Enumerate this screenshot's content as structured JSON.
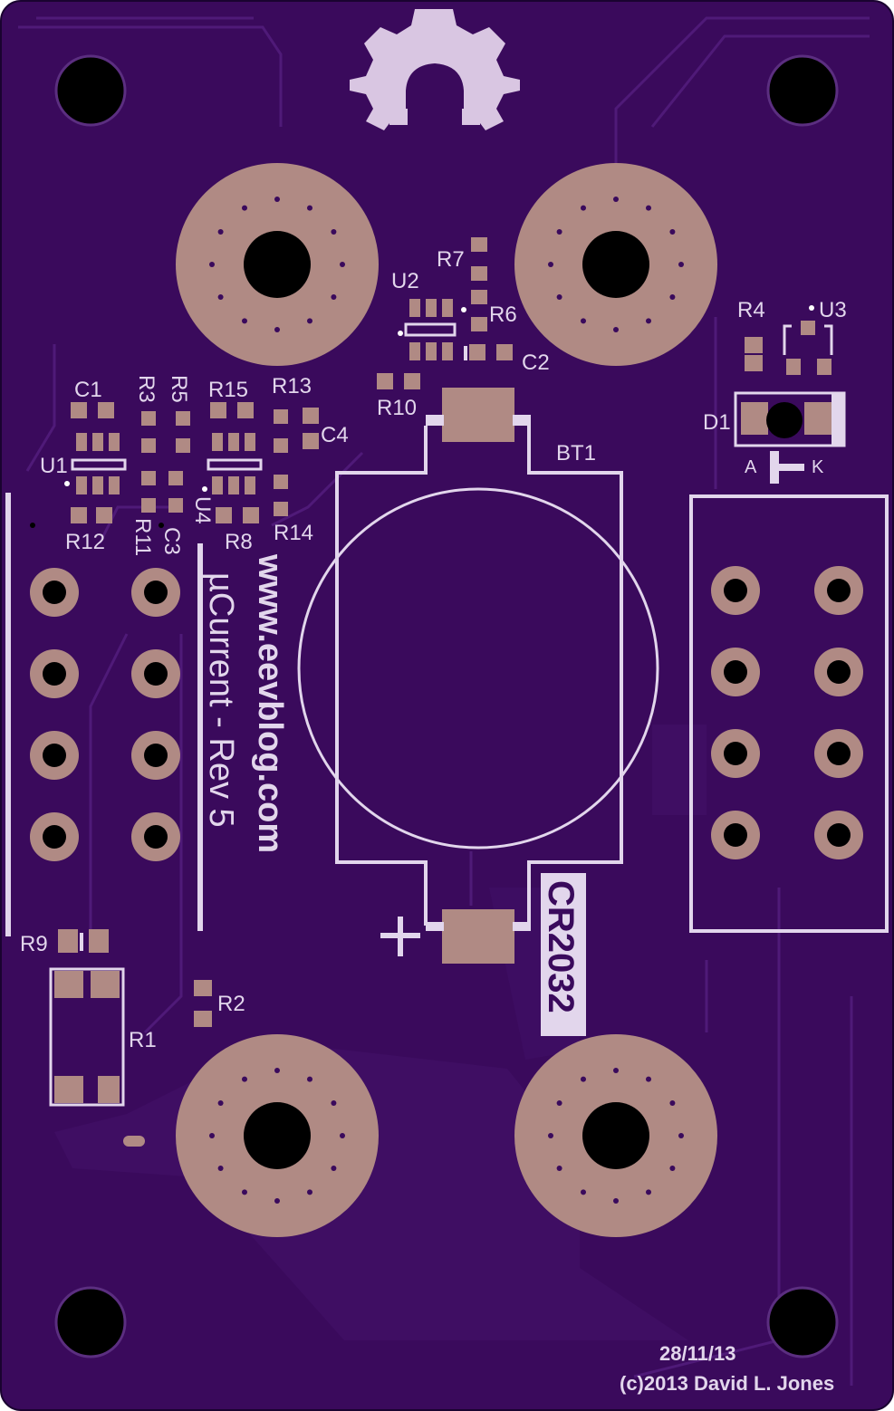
{
  "board": {
    "colors": {
      "substrate": "#3a0a5c",
      "copper": "#4a1672",
      "silkscreen": "#e2d6ec",
      "pad": "#b08a84",
      "hole": "#000000"
    },
    "refdes": {
      "u2": "U2",
      "r7": "R7",
      "r6": "R6",
      "c2": "C2",
      "r10": "R10",
      "r4": "R4",
      "u3": "U3",
      "d1": "D1",
      "d1_anode": "A",
      "d1_cathode": "K",
      "c1": "C1",
      "r3": "R3",
      "r5": "R5",
      "r15": "R15",
      "r13": "R13",
      "c4": "C4",
      "u1": "U1",
      "u4": "U4",
      "r12": "R12",
      "r11": "R11",
      "c3": "C3",
      "r8": "R8",
      "r14": "R14",
      "bt1": "BT1",
      "r9": "R9",
      "r1": "R1",
      "r2": "R2"
    },
    "battery_plus": "+",
    "battery_type": "CR2032",
    "website": "www.eevblog.com",
    "product": "µCurrent - Rev 5",
    "date": "28/11/13",
    "copyright": "(c)2013 David L. Jones"
  }
}
